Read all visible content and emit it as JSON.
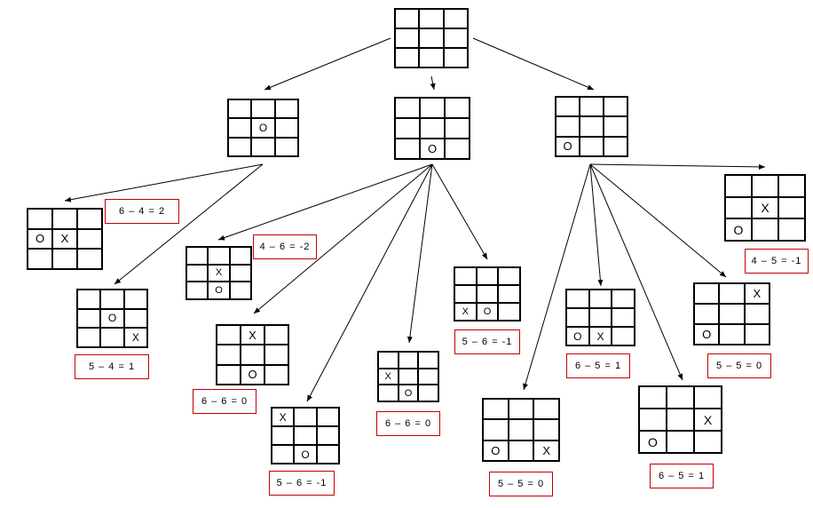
{
  "root": {
    "cells": [
      "",
      "",
      "",
      "",
      "",
      "",
      "",
      "",
      ""
    ]
  },
  "level1": [
    {
      "id": "a",
      "cells": [
        "",
        "",
        "",
        "",
        "O",
        "",
        "",
        "",
        ""
      ]
    },
    {
      "id": "b",
      "cells": [
        "",
        "",
        "",
        "",
        "",
        "",
        "",
        "O",
        ""
      ]
    },
    {
      "id": "c",
      "cells": [
        "",
        "",
        "",
        "",
        "",
        "",
        "O",
        "",
        ""
      ]
    }
  ],
  "leaves": [
    {
      "id": "a1",
      "cells": [
        "",
        "",
        "",
        "O",
        "X",
        "",
        "",
        "",
        ""
      ],
      "score": "6 – 4 = 2"
    },
    {
      "id": "a2",
      "cells": [
        "",
        "",
        "",
        "",
        "O",
        "",
        "",
        "",
        "X"
      ],
      "score": "5 – 4 = 1"
    },
    {
      "id": "b1",
      "cells": [
        "",
        "",
        "",
        "",
        "X",
        "",
        "",
        "O",
        ""
      ],
      "score": "4 – 6 = -2"
    },
    {
      "id": "b2",
      "cells": [
        "",
        "X",
        "",
        "",
        "",
        "",
        "",
        "O",
        ""
      ],
      "score": "6 – 6 = 0"
    },
    {
      "id": "b3",
      "cells": [
        "X",
        "",
        "",
        "",
        "",
        "",
        "",
        "O",
        ""
      ],
      "score": "5 – 6 = -1"
    },
    {
      "id": "b4",
      "cells": [
        "",
        "",
        "",
        "X",
        "",
        "",
        "",
        "O",
        ""
      ],
      "score": "6 – 6 = 0"
    },
    {
      "id": "b5",
      "cells": [
        "",
        "",
        "",
        "",
        "",
        "",
        "X",
        "O",
        ""
      ],
      "score": "5 – 6 = -1"
    },
    {
      "id": "c1",
      "cells": [
        "",
        "",
        "",
        "",
        "",
        "",
        "O",
        "",
        "X"
      ],
      "score": "5 – 5 = 0"
    },
    {
      "id": "c2",
      "cells": [
        "",
        "",
        "",
        "",
        "",
        "",
        "O",
        "X",
        ""
      ],
      "score": "6 – 5 = 1"
    },
    {
      "id": "c3",
      "cells": [
        "",
        "",
        "",
        "",
        "",
        "X",
        "O",
        "",
        ""
      ],
      "score": "6 – 5 = 1"
    },
    {
      "id": "c4",
      "cells": [
        "",
        "",
        "X",
        "",
        "",
        "",
        "O",
        "",
        ""
      ],
      "score": "5 – 5 = 0"
    },
    {
      "id": "c5",
      "cells": [
        "",
        "",
        "",
        "",
        "X",
        "",
        "O",
        "",
        ""
      ],
      "score": "4 – 5 = -1"
    }
  ]
}
